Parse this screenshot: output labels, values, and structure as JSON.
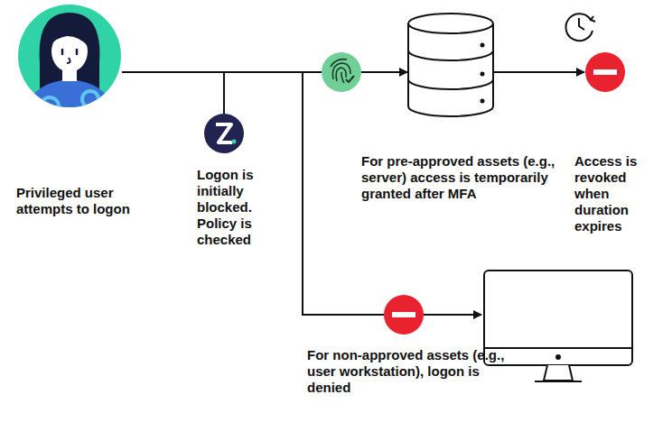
{
  "diagram": {
    "nodes": [
      {
        "text": [
          "Privileged user attempts to logon"
        ]
      },
      {
        "text": [
          "Logon is initially blocked. Policy is checked"
        ]
      },
      {
        "text": [
          "For pre-approved assets (e.g., server) access is temporarily granted after MFA"
        ]
      },
      {
        "text": [
          "Access is revoked when duration expires"
        ]
      },
      {
        "text": [
          "For non-approved assets (e.g., user workstation), logon is denied"
        ]
      }
    ],
    "edges": [
      {
        "from": 0,
        "to": 1,
        "arrow": "none"
      },
      {
        "from": 0,
        "to": 2,
        "arrow": "to"
      },
      {
        "from": 2,
        "to": 3,
        "arrow": "to"
      },
      {
        "from": 0,
        "to": 4,
        "arrow": "none"
      }
    ]
  }
}
